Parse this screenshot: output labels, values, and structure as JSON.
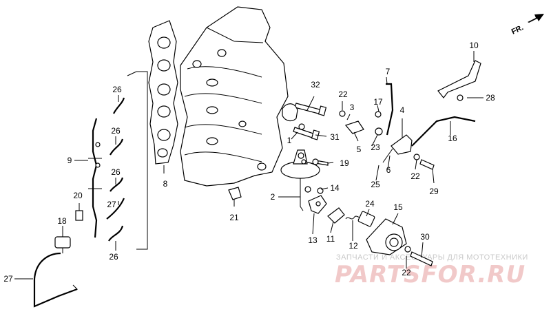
{
  "direction_marker": {
    "label": "FR.",
    "icon": "arrow-right-icon"
  },
  "callouts": [
    {
      "id": "c1",
      "text": "1"
    },
    {
      "id": "c2",
      "text": "2"
    },
    {
      "id": "c3",
      "text": "3"
    },
    {
      "id": "c4",
      "text": "4"
    },
    {
      "id": "c5",
      "text": "5"
    },
    {
      "id": "c6",
      "text": "6"
    },
    {
      "id": "c7",
      "text": "7"
    },
    {
      "id": "c8",
      "text": "8"
    },
    {
      "id": "c9",
      "text": "9"
    },
    {
      "id": "c10",
      "text": "10"
    },
    {
      "id": "c11",
      "text": "11"
    },
    {
      "id": "c12",
      "text": "12"
    },
    {
      "id": "c13",
      "text": "13"
    },
    {
      "id": "c14",
      "text": "14"
    },
    {
      "id": "c15",
      "text": "15"
    },
    {
      "id": "c16",
      "text": "16"
    },
    {
      "id": "c17",
      "text": "17"
    },
    {
      "id": "c18",
      "text": "18"
    },
    {
      "id": "c19",
      "text": "19"
    },
    {
      "id": "c20",
      "text": "20"
    },
    {
      "id": "c21",
      "text": "21"
    },
    {
      "id": "c22a",
      "text": "22"
    },
    {
      "id": "c22b",
      "text": "22"
    },
    {
      "id": "c22c",
      "text": "22"
    },
    {
      "id": "c23",
      "text": "23"
    },
    {
      "id": "c24",
      "text": "24"
    },
    {
      "id": "c25",
      "text": "25"
    },
    {
      "id": "c26a",
      "text": "26"
    },
    {
      "id": "c26b",
      "text": "26"
    },
    {
      "id": "c26c",
      "text": "26"
    },
    {
      "id": "c26d",
      "text": "26"
    },
    {
      "id": "c27a",
      "text": "27"
    },
    {
      "id": "c27b",
      "text": "27"
    },
    {
      "id": "c28",
      "text": "28"
    },
    {
      "id": "c29",
      "text": "29"
    },
    {
      "id": "c30",
      "text": "30"
    },
    {
      "id": "c31",
      "text": "31"
    },
    {
      "id": "c32",
      "text": "32"
    }
  ],
  "watermark": {
    "tagline": "ЗАПЧАСТИ И АКСЕССУАРЫ ДЛЯ МОТОТЕХНИКИ",
    "brand": "PARTSFOR.RU",
    "color": "#e8a0a0"
  }
}
